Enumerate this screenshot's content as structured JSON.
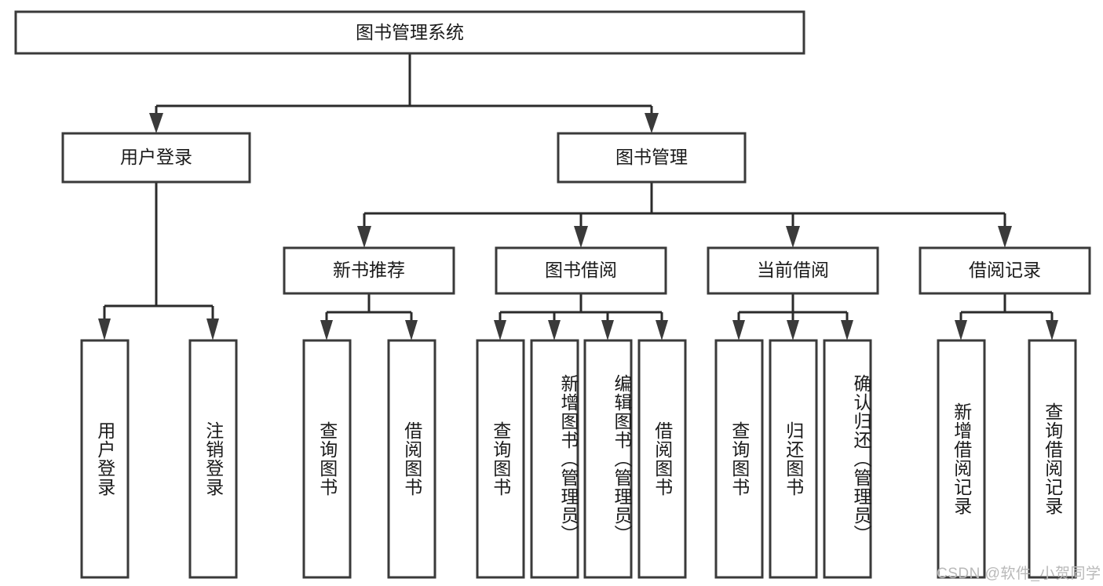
{
  "diagram": {
    "title_node": {
      "label": "图书管理系统"
    },
    "level2": [
      {
        "id": "user-login",
        "label": "用户登录"
      },
      {
        "id": "book-management",
        "label": "图书管理"
      }
    ],
    "level3": [
      {
        "id": "new-book-recommend",
        "label": "新书推荐"
      },
      {
        "id": "book-borrow",
        "label": "图书借阅"
      },
      {
        "id": "current-borrow",
        "label": "当前借阅"
      },
      {
        "id": "borrow-record",
        "label": "借阅记录"
      }
    ],
    "leaves": [
      {
        "id": "leaf-user-login",
        "label": "用户登录",
        "parent": "user-login"
      },
      {
        "id": "leaf-logout-login",
        "label": "注销登录",
        "parent": "user-login"
      },
      {
        "id": "leaf-query-book-1",
        "label": "查询图书",
        "parent": "new-book-recommend"
      },
      {
        "id": "leaf-borrow-book-1",
        "label": "借阅图书",
        "parent": "new-book-recommend"
      },
      {
        "id": "leaf-query-book-2",
        "label": "查询图书",
        "parent": "book-borrow"
      },
      {
        "id": "leaf-add-book",
        "label": "新增图书（管理员）",
        "parent": "book-borrow"
      },
      {
        "id": "leaf-edit-book",
        "label": "编辑图书（管理员）",
        "parent": "book-borrow"
      },
      {
        "id": "leaf-borrow-book-2",
        "label": "借阅图书",
        "parent": "book-borrow"
      },
      {
        "id": "leaf-query-book-3",
        "label": "查询图书",
        "parent": "current-borrow"
      },
      {
        "id": "leaf-return-book",
        "label": "归还图书",
        "parent": "current-borrow"
      },
      {
        "id": "leaf-confirm-return",
        "label": "确认归还（管理员）",
        "parent": "current-borrow"
      },
      {
        "id": "leaf-add-record",
        "label": "新增借阅记录",
        "parent": "borrow-record"
      },
      {
        "id": "leaf-query-record",
        "label": "查询借阅记录",
        "parent": "borrow-record"
      }
    ],
    "colors": {
      "box_stroke": "#3a3a3a",
      "connector": "#2b2b2b",
      "text": "#1a1a1a",
      "background": "#ffffff",
      "watermark": "#b9b9b9"
    }
  },
  "watermark": {
    "text": "CSDN @软件_小贺同学"
  }
}
